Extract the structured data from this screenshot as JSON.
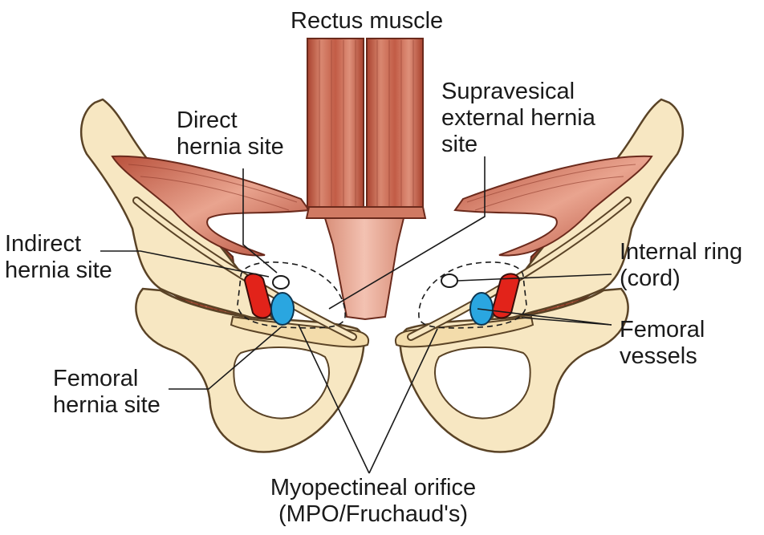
{
  "labels": {
    "rectus": "Rectus muscle",
    "direct": [
      "Direct",
      "hernia site"
    ],
    "supravesical": [
      "Supravesical",
      "external hernia",
      "site"
    ],
    "indirect": [
      "Indirect",
      "hernia site"
    ],
    "internal_ring": [
      "Internal ring",
      "(cord)"
    ],
    "femoral_vessels": [
      "Femoral",
      "vessels"
    ],
    "femoral_hernia": [
      "Femoral",
      "hernia site"
    ],
    "mpo": [
      "Myopectineal orifice",
      "(MPO/Fruchaud's)"
    ]
  },
  "colors": {
    "bone": "#f7e7c2",
    "bone_shade": "#e6c98e",
    "bone_outline": "#5a4326",
    "muscle": "#c8634f",
    "muscle_light": "#e8a38f",
    "muscle_dark": "#8e3a2b",
    "muscle_deep": "#a4452f",
    "artery": "#e2231a",
    "vein": "#2aa6e0",
    "leader": "#1a1a1a"
  }
}
